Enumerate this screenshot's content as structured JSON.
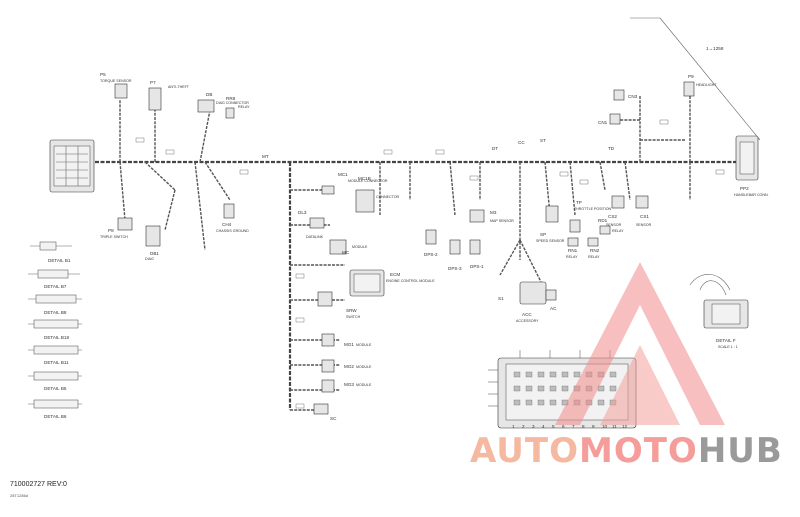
{
  "document": {
    "part_number": "710002727 REV:0",
    "figure_number": "28T1286d",
    "reference_callout": "1→1258"
  },
  "details": [
    {
      "id": "B1",
      "label": "DETAIL B1"
    },
    {
      "id": "B7",
      "label": "DETAIL B7"
    },
    {
      "id": "B8",
      "label": "DETAIL B8"
    },
    {
      "id": "B18",
      "label": "DETAIL B18"
    },
    {
      "id": "B11",
      "label": "DETAIL B11"
    },
    {
      "id": "B5",
      "label": "DETAIL B5"
    },
    {
      "id": "B6",
      "label": "DETAIL B6"
    }
  ],
  "detail_f": {
    "label": "DETAIL F",
    "scale": "SCALE 1 : 1"
  },
  "connectors": [
    {
      "id": "P5",
      "caption": "TORQUE SENSOR"
    },
    {
      "id": "P7",
      "caption": "ANTI-THEFT"
    },
    {
      "id": "DB",
      "caption": "DIAG CONNECTOR"
    },
    {
      "id": "RR8",
      "caption": "RELAY"
    },
    {
      "id": "P8",
      "caption": "TRIPLE SWITCH"
    },
    {
      "id": "DB1",
      "caption": "DIAG"
    },
    {
      "id": "CH4",
      "caption": "CHASSIS GROUND"
    },
    {
      "id": "DL3",
      "caption": "DATALINK"
    },
    {
      "id": "MC1",
      "caption": "MODULE CONNECTOR"
    },
    {
      "id": "MC",
      "caption": "MODULE"
    },
    {
      "id": "MC1B",
      "caption": "CONNECTOR"
    },
    {
      "id": "M3",
      "caption": "MAP SENSOR"
    },
    {
      "id": "DPS-2",
      "caption": ""
    },
    {
      "id": "DPS-3",
      "caption": ""
    },
    {
      "id": "DPS-1",
      "caption": ""
    },
    {
      "id": "TP",
      "caption": "THROTTLE POSITION"
    },
    {
      "id": "SP",
      "caption": "SPEED SENSOR"
    },
    {
      "id": "RN1",
      "caption": "RELAY"
    },
    {
      "id": "RN2",
      "caption": "RELAY"
    },
    {
      "id": "RD1",
      "caption": "RELAY"
    },
    {
      "id": "CN3",
      "caption": ""
    },
    {
      "id": "CN1",
      "caption": ""
    },
    {
      "id": "P9",
      "caption": "HEADLIGHT"
    },
    {
      "id": "PP2",
      "caption": "HANDLEBAR CONN."
    },
    {
      "id": "CS2",
      "caption": "SENSOR"
    },
    {
      "id": "CS1",
      "caption": "SENSOR"
    },
    {
      "id": "ACC",
      "caption": "ACCESSORY"
    },
    {
      "id": "AC",
      "caption": ""
    },
    {
      "id": "ECM",
      "caption": "ENGINE CONTROL MODULE"
    },
    {
      "id": "SRW",
      "caption": "SWITCH"
    },
    {
      "id": "MG1",
      "caption": "MODULE"
    },
    {
      "id": "MG2",
      "caption": "MODULE"
    },
    {
      "id": "MG3",
      "caption": "MODULE"
    },
    {
      "id": "SC",
      "caption": ""
    },
    {
      "id": "MT",
      "caption": ""
    },
    {
      "id": "DT",
      "caption": ""
    },
    {
      "id": "ST",
      "caption": ""
    },
    {
      "id": "TD",
      "caption": ""
    },
    {
      "id": "CC",
      "caption": ""
    },
    {
      "id": "S1",
      "caption": ""
    }
  ],
  "ecm_pins": [
    "1",
    "2",
    "3",
    "4",
    "5",
    "6",
    "7",
    "8",
    "9",
    "10",
    "11",
    "12"
  ],
  "watermark": {
    "auto": "AUTO",
    "moto": "MOTO",
    "hub": "HUB"
  }
}
